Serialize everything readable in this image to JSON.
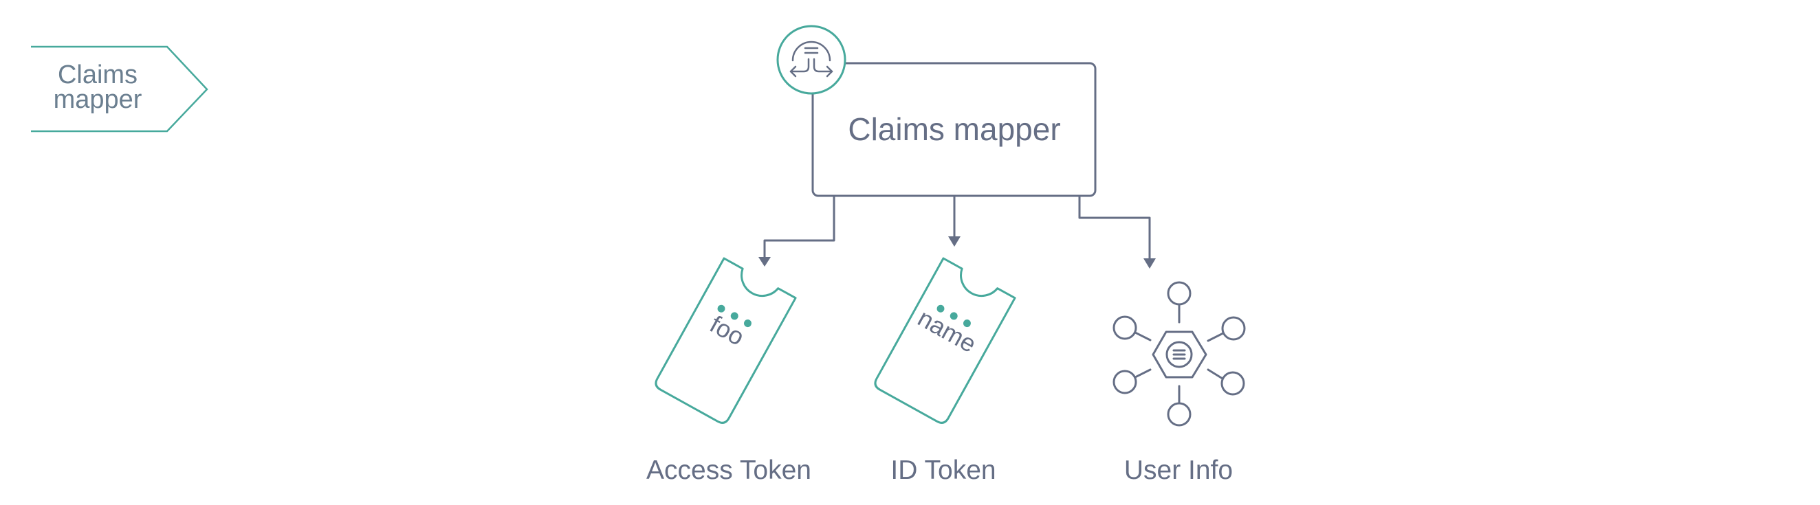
{
  "tag": {
    "label_line1": "Claims",
    "label_line2": "mapper"
  },
  "mapper_box": {
    "title": "Claims mapper",
    "icon": "split-arrows-icon"
  },
  "outputs": [
    {
      "label": "Access Token",
      "icon": "ticket-icon",
      "ticket_text": "foo"
    },
    {
      "label": "ID Token",
      "icon": "ticket-icon",
      "ticket_text": "name"
    },
    {
      "label": "User Info",
      "icon": "hub-network-icon"
    }
  ],
  "colors": {
    "accent_teal": "#47a99c",
    "stroke_slate": "#656e85",
    "tag_text": "#6b7f90",
    "background": "#ffffff"
  }
}
